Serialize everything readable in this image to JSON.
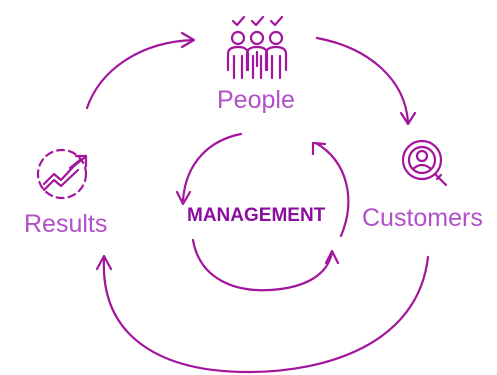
{
  "nodes": {
    "people": {
      "label": "People",
      "icon": "people-icon"
    },
    "customers": {
      "label": "Customers",
      "icon": "customer-search-icon"
    },
    "results": {
      "label": "Results",
      "icon": "growth-chart-icon"
    }
  },
  "center": {
    "label": "MANAGEMENT"
  },
  "colors": {
    "stroke": "#a3159c",
    "label": "#b24fc9",
    "center": "#8a0f9e"
  }
}
